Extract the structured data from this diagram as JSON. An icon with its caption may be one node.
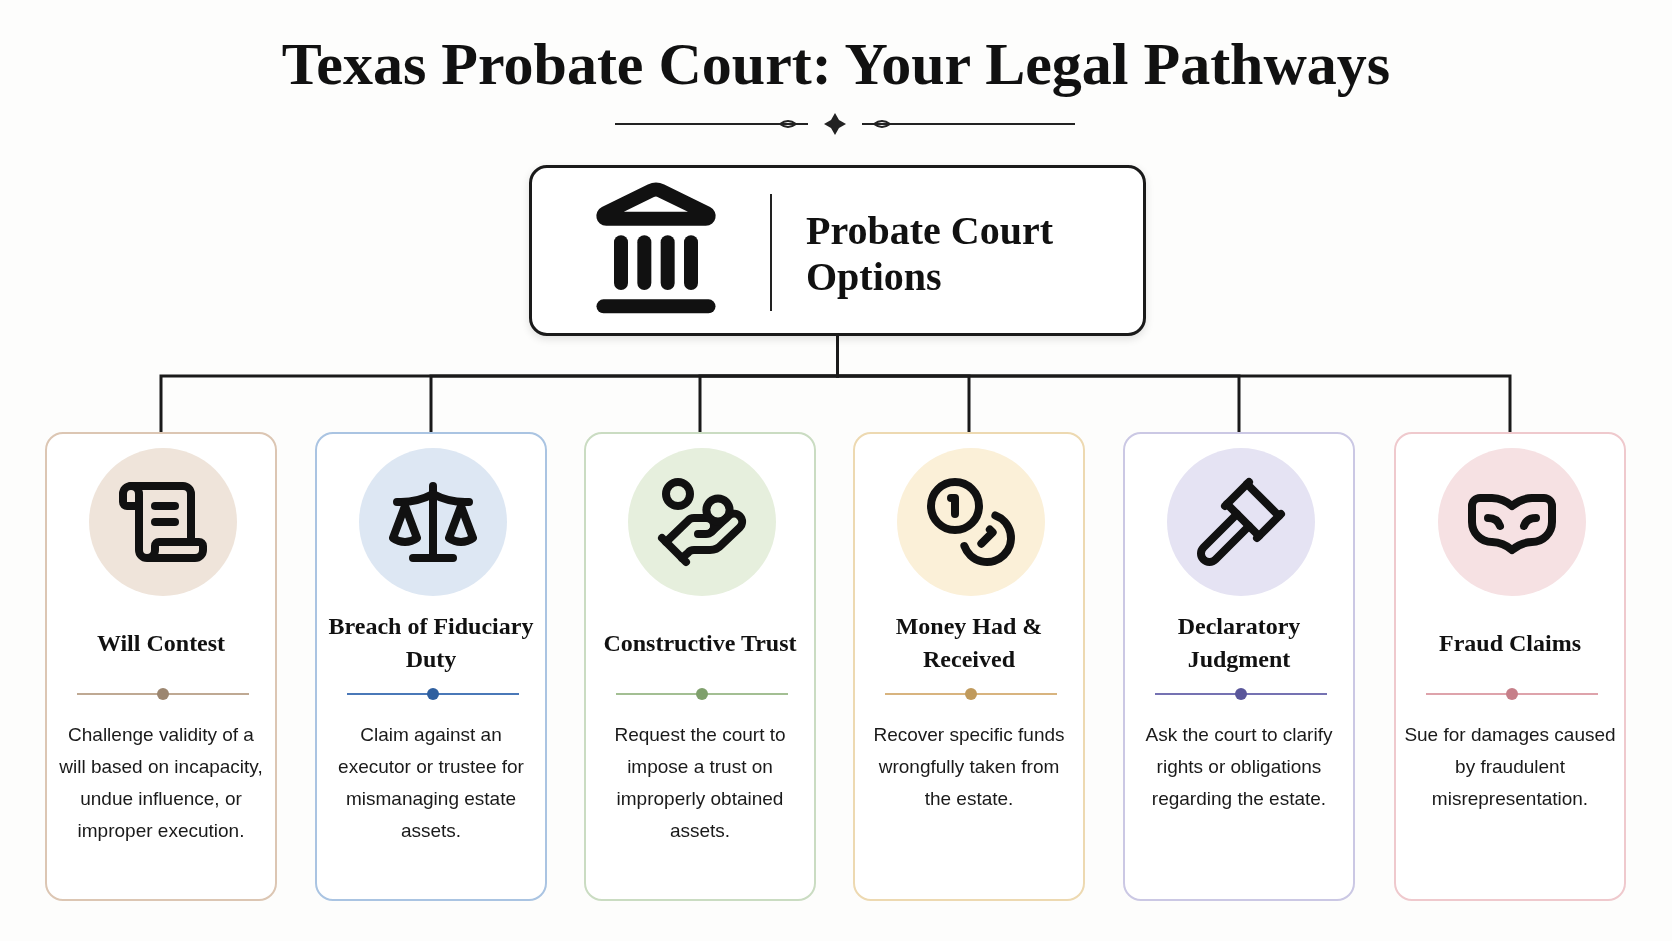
{
  "diagram": {
    "title": "Texas Probate Court: Your Legal Pathways",
    "nodes": [
      {
        "text": [
          "Probate Court Options"
        ]
      },
      {
        "text": [
          "Will Contest",
          "Challenge validity of a will based on incapacity, undue influence, or improper execution."
        ]
      },
      {
        "text": [
          "Breach of Fiduciary Duty",
          "Claim against an executor or trustee for mismanaging estate assets."
        ]
      },
      {
        "text": [
          "Constructive Trust",
          "Request the court to impose a trust on improperly obtained assets."
        ]
      },
      {
        "text": [
          "Money Had & Received",
          "Recover specific funds wrongfully taken from the estate."
        ]
      },
      {
        "text": [
          "Declaratory Judgment",
          "Ask the court to clarify rights or obligations regarding the estate."
        ]
      },
      {
        "text": [
          "Fraud Claims",
          "Sue for damages caused by fraudulent misrepresentation."
        ]
      }
    ],
    "edges": [
      {
        "from": 0,
        "to": 1,
        "arrow": "none"
      },
      {
        "from": 0,
        "to": 2,
        "arrow": "none"
      },
      {
        "from": 0,
        "to": 3,
        "arrow": "none"
      },
      {
        "from": 0,
        "to": 4,
        "arrow": "none"
      },
      {
        "from": 0,
        "to": 5,
        "arrow": "none"
      },
      {
        "from": 0,
        "to": 6,
        "arrow": "none"
      }
    ]
  }
}
